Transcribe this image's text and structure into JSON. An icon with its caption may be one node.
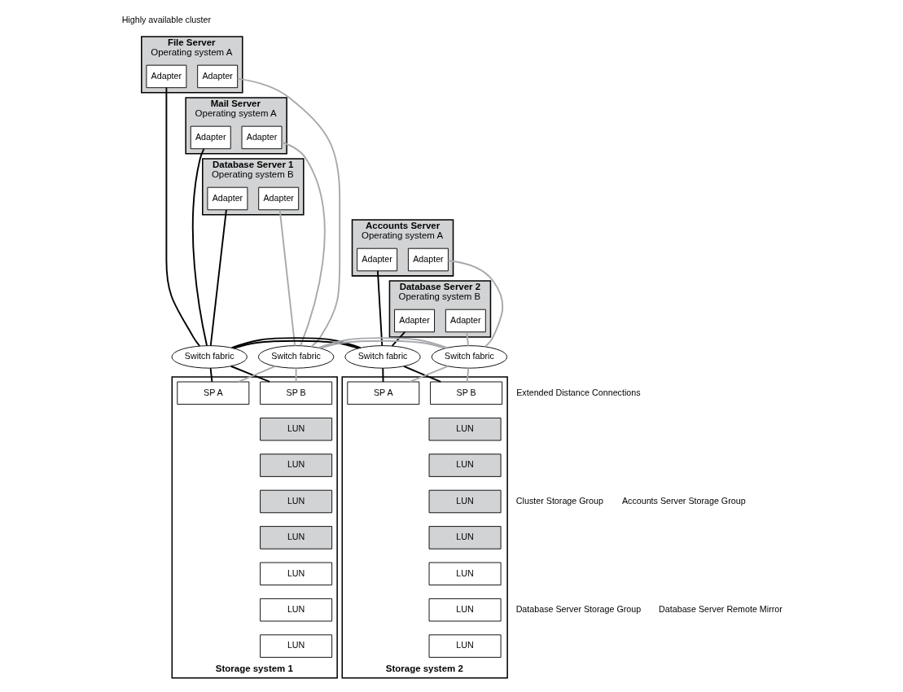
{
  "diagram": {
    "nodes": [
      {
        "text": [
          "File Server",
          "Operating system A"
        ]
      },
      {
        "text": [
          "Adapter"
        ],
        "in": 0
      },
      {
        "text": [
          "Adapter"
        ],
        "in": 0
      },
      {
        "text": [
          "Mail Server",
          "Operating system A"
        ]
      },
      {
        "text": [
          "Adapter"
        ],
        "in": 3
      },
      {
        "text": [
          "Adapter"
        ],
        "in": 3
      },
      {
        "text": [
          "Database Server 1",
          "Operating system B"
        ]
      },
      {
        "text": [
          "Adapter"
        ],
        "in": 6
      },
      {
        "text": [
          "Adapter"
        ],
        "in": 6
      },
      {
        "text": [
          "Accounts Server",
          "Operating system A"
        ]
      },
      {
        "text": [
          "Adapter"
        ],
        "in": 9
      },
      {
        "text": [
          "Adapter"
        ],
        "in": 9
      },
      {
        "text": [
          "Database Server 2",
          "Operating system B"
        ]
      },
      {
        "text": [
          "Adapter"
        ],
        "in": 12
      },
      {
        "text": [
          "Adapter"
        ],
        "in": 12
      },
      {
        "text": [
          "Switch fabric"
        ]
      },
      {
        "text": [
          "Switch fabric"
        ]
      },
      {
        "text": [
          "Switch fabric"
        ]
      },
      {
        "text": [
          "Switch fabric"
        ]
      },
      {
        "text": [
          "Storage system 1"
        ]
      },
      {
        "text": [
          "SP A"
        ],
        "in": 19
      },
      {
        "text": [
          "SP B"
        ],
        "in": 19
      },
      {
        "text": [
          "LUN"
        ],
        "in": 19
      },
      {
        "text": [
          "LUN"
        ],
        "in": 19
      },
      {
        "text": [
          "LUN"
        ],
        "in": 19
      },
      {
        "text": [
          "LUN"
        ],
        "in": 19
      },
      {
        "text": [
          "LUN"
        ],
        "in": 19
      },
      {
        "text": [
          "LUN"
        ],
        "in": 19
      },
      {
        "text": [
          "LUN"
        ],
        "in": 19
      },
      {
        "text": [
          "Storage system 2"
        ]
      },
      {
        "text": [
          "SP A"
        ],
        "in": 29
      },
      {
        "text": [
          "SP B"
        ],
        "in": 29
      },
      {
        "text": [
          "LUN"
        ],
        "in": 29
      },
      {
        "text": [
          "LUN"
        ],
        "in": 29
      },
      {
        "text": [
          "LUN"
        ],
        "in": 29
      },
      {
        "text": [
          "LUN"
        ],
        "in": 29
      },
      {
        "text": [
          "LUN"
        ],
        "in": 29
      },
      {
        "text": [
          "LUN"
        ],
        "in": 29
      },
      {
        "text": [
          "LUN"
        ],
        "in": 29
      }
    ],
    "edges": [
      {
        "from": 1,
        "to": 15,
        "arrow": "none"
      },
      {
        "from": 2,
        "to": 16,
        "arrow": "none",
        "color": "#a7a9ac"
      },
      {
        "from": 4,
        "to": 15,
        "arrow": "none"
      },
      {
        "from": 5,
        "to": 16,
        "arrow": "none",
        "color": "#a7a9ac"
      },
      {
        "from": 7,
        "to": 15,
        "arrow": "none"
      },
      {
        "from": 8,
        "to": 16,
        "arrow": "none",
        "color": "#a7a9ac"
      },
      {
        "from": 10,
        "to": 17,
        "arrow": "none"
      },
      {
        "from": 11,
        "to": 18,
        "arrow": "none",
        "color": "#a7a9ac"
      },
      {
        "from": 13,
        "to": 17,
        "arrow": "none"
      },
      {
        "from": 14,
        "to": 18,
        "arrow": "none",
        "color": "#a7a9ac"
      },
      {
        "from": 15,
        "to": 20,
        "arrow": "none"
      },
      {
        "from": 15,
        "to": 21,
        "arrow": "none"
      },
      {
        "from": 16,
        "to": 20,
        "arrow": "none",
        "color": "#a7a9ac"
      },
      {
        "from": 16,
        "to": 21,
        "arrow": "none",
        "color": "#a7a9ac"
      },
      {
        "from": 17,
        "to": 30,
        "arrow": "none"
      },
      {
        "from": 17,
        "to": 31,
        "arrow": "none"
      },
      {
        "from": 18,
        "to": 30,
        "arrow": "none",
        "color": "#a7a9ac"
      },
      {
        "from": 18,
        "to": 31,
        "arrow": "none",
        "color": "#a7a9ac"
      },
      {
        "from": 15,
        "to": 17,
        "arrow": "none"
      },
      {
        "from": 15,
        "to": 17,
        "arrow": "none"
      },
      {
        "from": 16,
        "to": 18,
        "arrow": "none",
        "color": "#a7a9ac"
      },
      {
        "from": 16,
        "to": 18,
        "arrow": "none",
        "color": "#a7a9ac"
      }
    ],
    "labels": [
      "Highly available cluster",
      "Extended Distance Connections",
      "Cluster Storage Group",
      "Database Server Storage Group",
      "Accounts Server Storage Group",
      "Database Server Remote Mirror"
    ]
  }
}
